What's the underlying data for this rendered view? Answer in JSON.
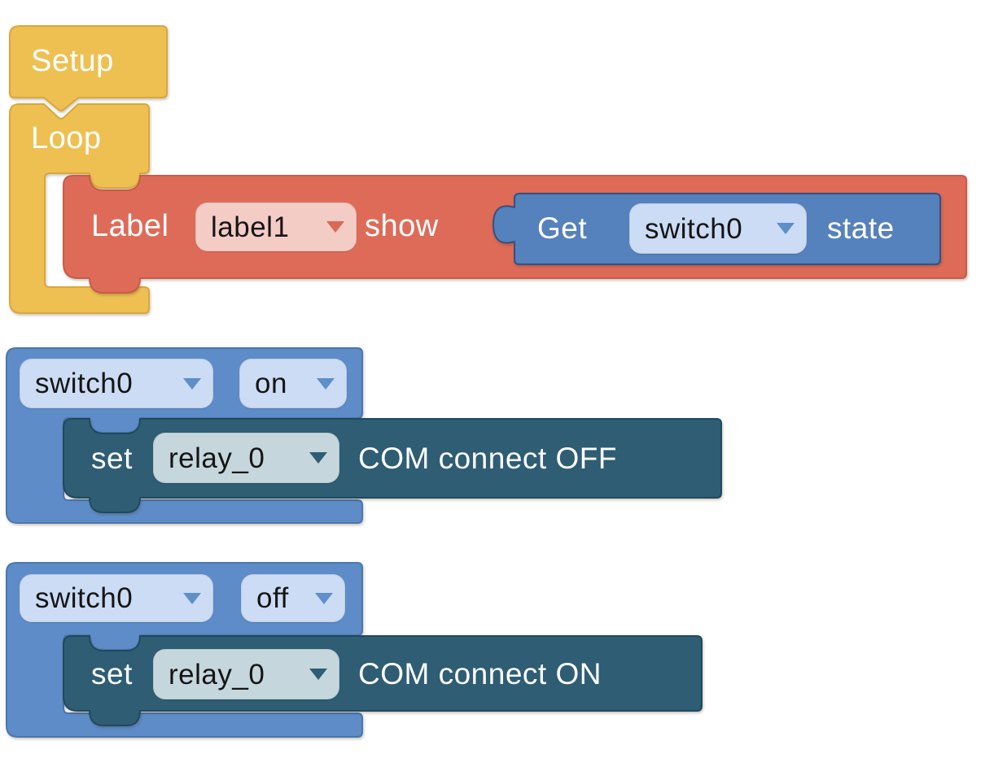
{
  "colors": {
    "event_yellow": "#eec052",
    "label_red": "#de6b58",
    "value_blue": "#5581bd",
    "handler_blue": "#5e8cc8",
    "action_teal": "#2e5d74",
    "field_pink": "#f4ccc6",
    "field_light_blue": "#ccdcf4",
    "field_teal_gray": "#c5d7dd",
    "block_text": "#ffffff",
    "field_text": "#151515"
  },
  "blocks": {
    "setup": {
      "label": "Setup"
    },
    "loop": {
      "label": "Loop"
    },
    "label_show": {
      "label": "Label",
      "field": "label1",
      "action": "show"
    },
    "get_state": {
      "label": "Get",
      "field": "switch0",
      "suffix": "state"
    },
    "switch_on": {
      "name_field": "switch0",
      "state_field": "on"
    },
    "relay_off": {
      "label": "set",
      "field": "relay_0",
      "suffix": "COM connect OFF"
    },
    "switch_off": {
      "name_field": "switch0",
      "state_field": "off"
    },
    "relay_on": {
      "label": "set",
      "field": "relay_0",
      "suffix": "COM connect ON"
    }
  }
}
